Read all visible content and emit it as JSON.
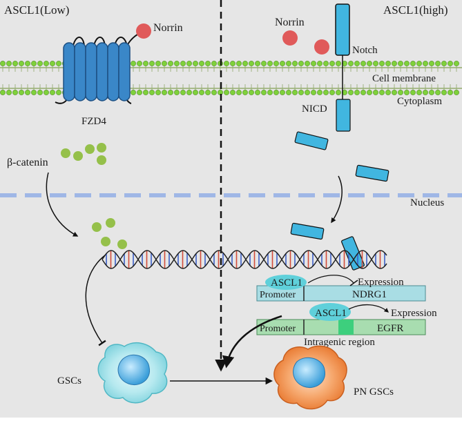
{
  "labels": {
    "ascl1_low": "ASCL1(Low)",
    "ascl1_high": "ASCL1(high)",
    "norrin_left": "Norrin",
    "norrin_right": "Norrin",
    "notch": "Notch",
    "cell_membrane": "Cell membrane",
    "cytoplasm": "Cytoplasm",
    "nicd": "NICD",
    "fzd4": "FZD4",
    "beta_catenin": "β-catenin",
    "nucleus": "Nucleus",
    "gscs": "GSCs",
    "pn_gscs": "PN GSCs"
  },
  "ndrg1_panel": {
    "tf": "ASCL1",
    "promoter": "Promoter",
    "gene": "NDRG1",
    "expression": "Expression"
  },
  "egfr_panel": {
    "tf": "ASCL1",
    "promoter": "Promoter",
    "gene": "EGFR",
    "expression": "Expression",
    "region": "Intragenic region"
  },
  "colors": {
    "background_left": "#e6e6e6",
    "background_right": "#e6e6e6",
    "membrane_head": "#7fd13b",
    "receptor_blue": "#3a87c8",
    "notch_cyan": "#41b6e0",
    "norrin_red": "#e05a5a",
    "beta_catenin_green": "#95c04a",
    "nucleus_dash": "#9fb7e6",
    "gscs_cell": "#a9e3ea",
    "pn_gscs_cell": "#f39a5a",
    "ndrg1_bar": "#a9dde4",
    "egfr_bar": "#a8ddb0"
  },
  "icons": [
    "norrin-ligand",
    "fzd4-receptor",
    "notch-receptor",
    "nicd-fragment",
    "beta-catenin-dot",
    "dna-helix",
    "cell"
  ]
}
